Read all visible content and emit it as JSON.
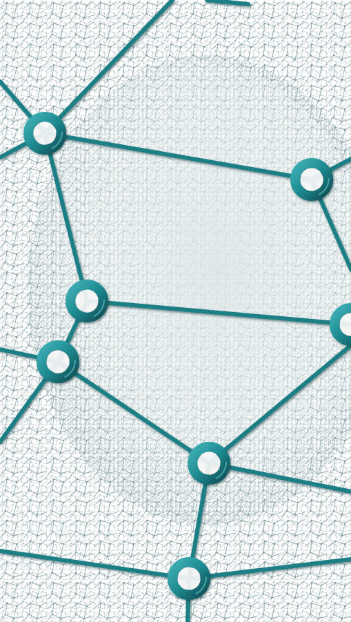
{
  "colors": {
    "background": "#ffffff",
    "texture_light": "#c9d6d7",
    "texture_dense": "#8fa8ab",
    "strand": "#1e7f86",
    "node": "#1e8a91",
    "node_highlight": "#3fb0b6",
    "node_shadow": "#0f4f55"
  },
  "artwork": {
    "kind": "network-node-illustration",
    "node_count": 8,
    "edge_count": 19
  }
}
